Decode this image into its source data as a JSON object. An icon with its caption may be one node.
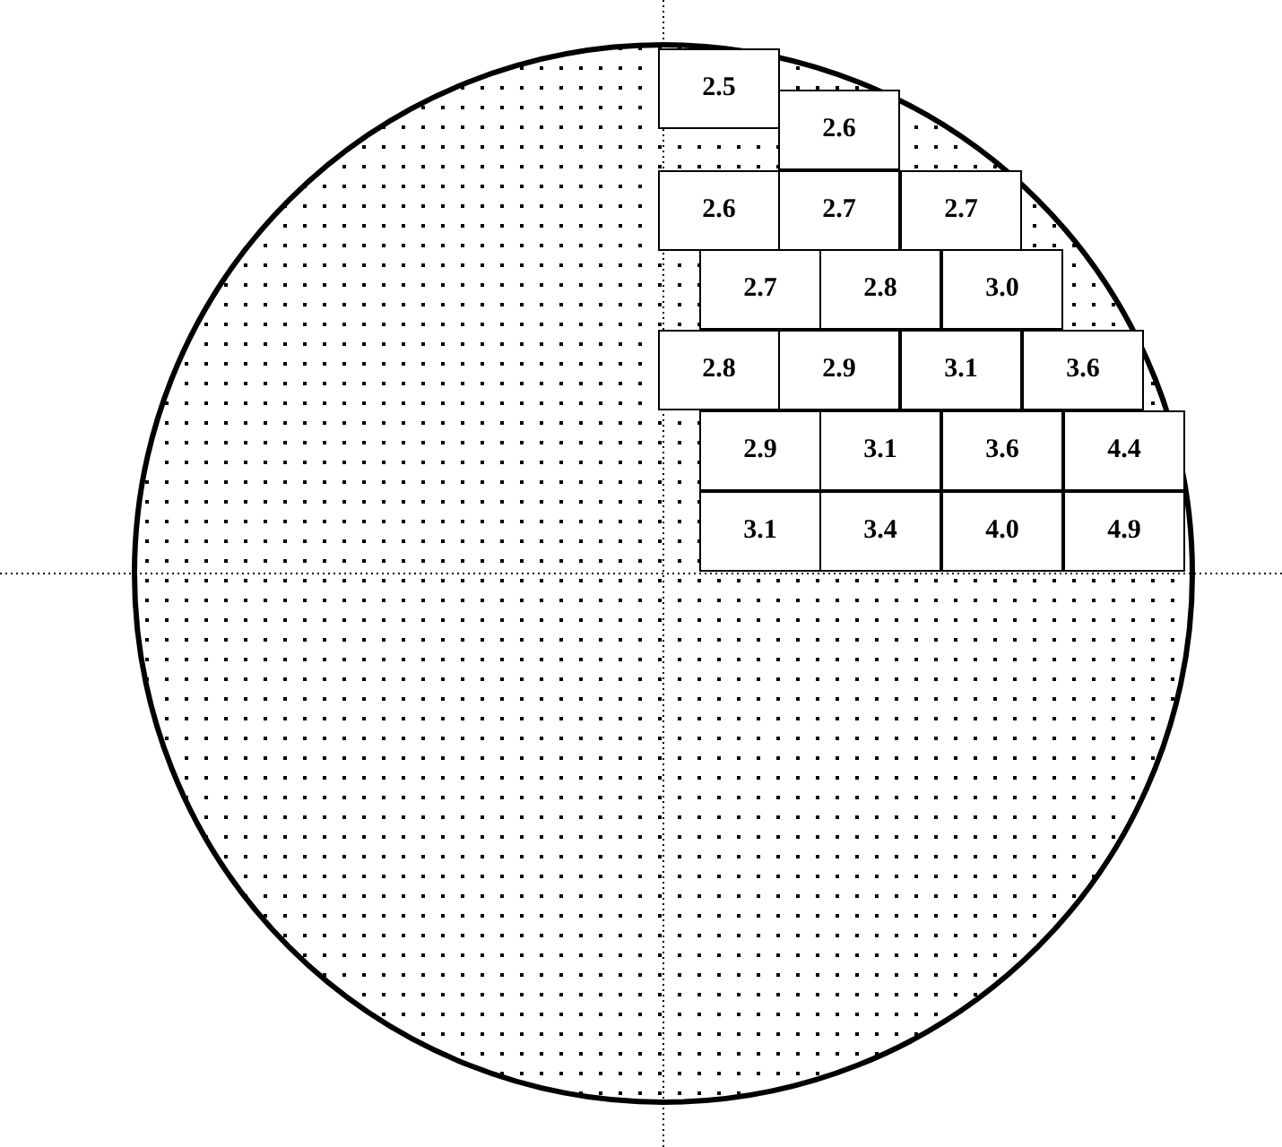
{
  "diagram": {
    "nodes": [
      {
        "text": [
          "2.5"
        ]
      },
      {
        "text": [
          "2.6"
        ]
      },
      {
        "text": [
          "2.6"
        ]
      },
      {
        "text": [
          "2.7"
        ]
      },
      {
        "text": [
          "2.7"
        ]
      },
      {
        "text": [
          "2.7"
        ]
      },
      {
        "text": [
          "2.8"
        ]
      },
      {
        "text": [
          "3.0"
        ]
      },
      {
        "text": [
          "2.8"
        ]
      },
      {
        "text": [
          "2.9"
        ]
      },
      {
        "text": [
          "3.1"
        ]
      },
      {
        "text": [
          "3.6"
        ]
      },
      {
        "text": [
          "2.9"
        ]
      },
      {
        "text": [
          "3.1"
        ]
      },
      {
        "text": [
          "3.6"
        ]
      },
      {
        "text": [
          "4.4"
        ]
      },
      {
        "text": [
          "3.1"
        ]
      },
      {
        "text": [
          "3.4"
        ]
      },
      {
        "text": [
          "4.0"
        ]
      },
      {
        "text": [
          "4.9"
        ]
      }
    ]
  }
}
